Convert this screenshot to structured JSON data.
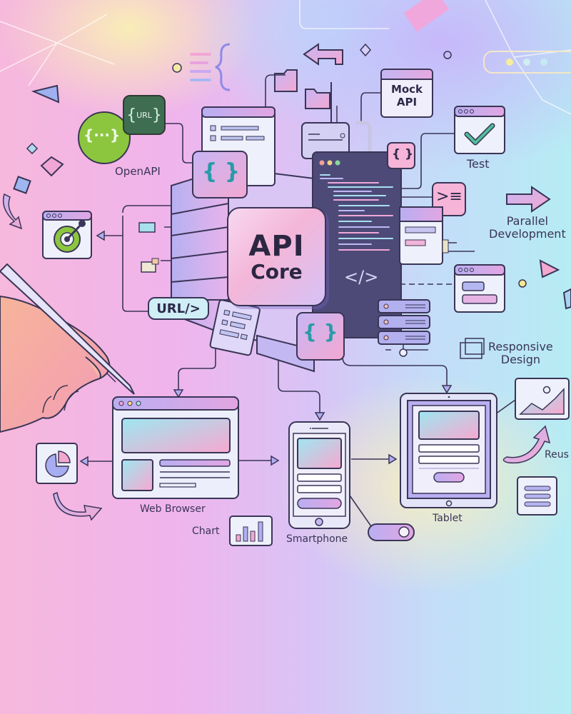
{
  "title": {
    "line1": "API",
    "line2": "Core"
  },
  "labels": {
    "openapi": "OpenAPI",
    "mock_api": "Mock API",
    "mock_line1": "Mock",
    "mock_line2": "API",
    "test": "Test",
    "parallel_line1": "Parallel",
    "parallel_line2": "Development",
    "responsive_line1": "Responsive",
    "responsive_line2": "Design",
    "url": "URL/>",
    "url_tag": "URL",
    "web_browser": "Web Browser",
    "chart": "Chart",
    "smartphone": "Smartphone",
    "tablet": "Tablet",
    "reuse": "Reus"
  },
  "glyphs": {
    "braces": "{ }",
    "code": "</>",
    "ellipsis_braces": "{···}",
    "prompt": ">≡"
  },
  "colors": {
    "outline": "#3a3556",
    "accent_purple": "#a99cf0",
    "accent_pink": "#f2a6d4",
    "accent_cyan": "#a6e8f0",
    "openapi_green": "#8cc63f",
    "openapi_dark": "#3f6d52",
    "check_green": "#4fbf9a",
    "code_panel": "#4d4a78"
  }
}
